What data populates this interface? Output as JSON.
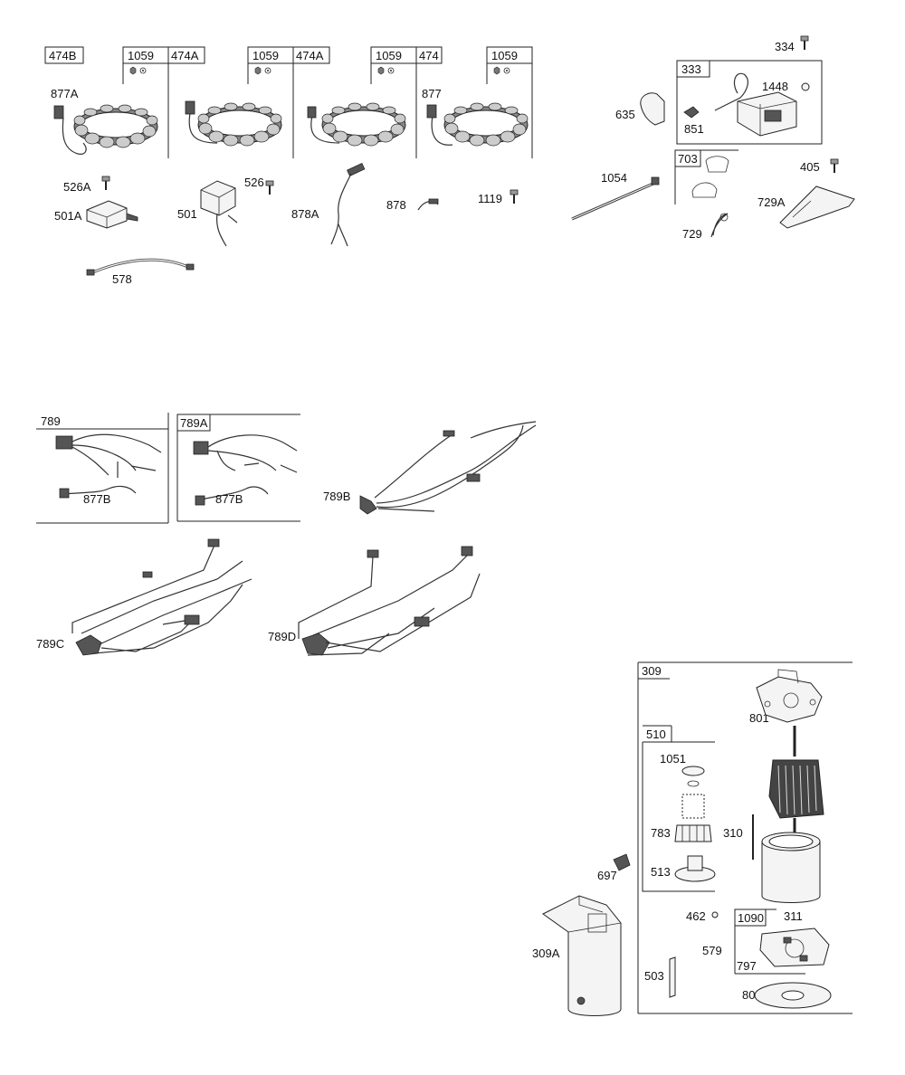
{
  "diagram": {
    "boxed_labels": {
      "b474B": "474B",
      "b1059_1": "1059",
      "b474A_1": "474A",
      "b1059_2": "1059",
      "b474A_2": "474A",
      "b1059_3": "1059",
      "b474": "474",
      "b1059_4": "1059",
      "b333": "333",
      "b703": "703",
      "b789": "789",
      "b789A": "789A",
      "b309": "309",
      "b510": "510",
      "b1090": "1090"
    },
    "labels": {
      "l877A": "877A",
      "l877": "877",
      "l526A": "526A",
      "l501A": "501A",
      "l501": "501",
      "l526": "526",
      "l878A": "878A",
      "l878": "878",
      "l1119": "1119",
      "l578": "578",
      "l334": "334",
      "l1448": "1448",
      "l635": "635",
      "l851": "851",
      "l1054": "1054",
      "l405": "405",
      "l729A": "729A",
      "l729": "729",
      "l877B_1": "877B",
      "l877B_2": "877B",
      "l789B": "789B",
      "l789C": "789C",
      "l789D": "789D",
      "l801": "801",
      "l1051": "1051",
      "l783": "783",
      "l310": "310",
      "l513": "513",
      "l697": "697",
      "l462": "462",
      "l311": "311",
      "l579": "579",
      "l797": "797",
      "l309A": "309A",
      "l503": "503",
      "l802": "802"
    }
  }
}
